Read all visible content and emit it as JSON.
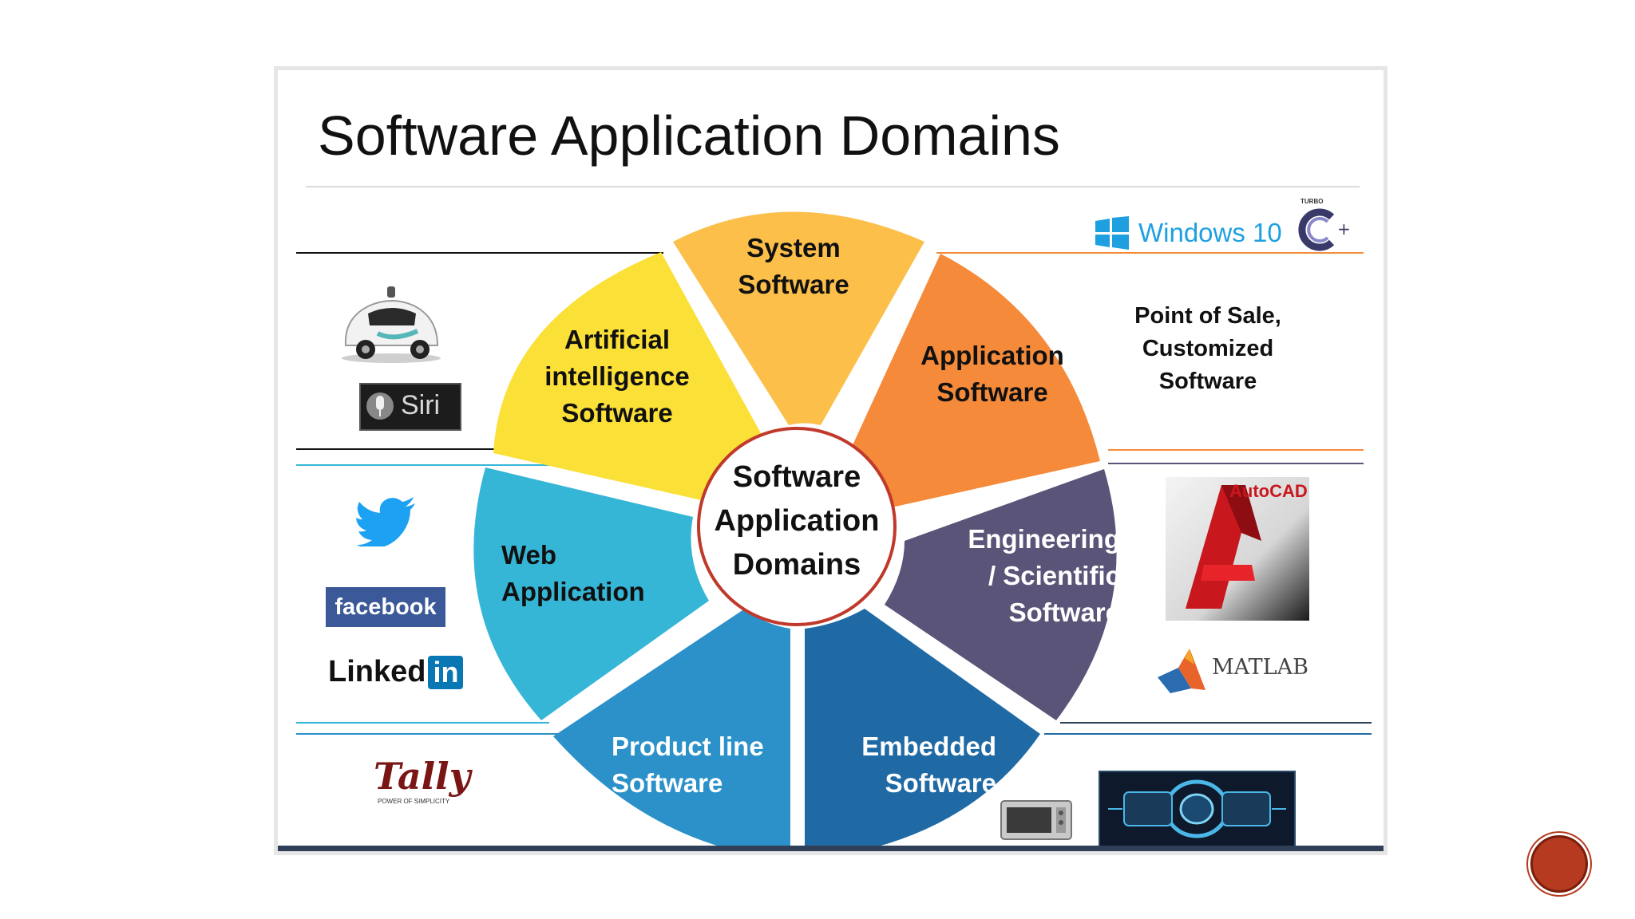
{
  "slide": {
    "title": "Software Application Domains"
  },
  "diagram": {
    "center_label": "Software\nApplication\nDomains",
    "segments": [
      {
        "id": "system",
        "label": "System\nSoftware",
        "color": "#fbbf4a"
      },
      {
        "id": "application",
        "label": "Application\nSoftware",
        "color": "#f58a3a"
      },
      {
        "id": "engineering",
        "label": "Engineering\n/ Scientific\nSoftware",
        "color": "#5a5478"
      },
      {
        "id": "embedded",
        "label": "Embedded\nSoftware",
        "color": "#1f6aa5"
      },
      {
        "id": "product-line",
        "label": "Product line\nSoftware",
        "color": "#2b91c8"
      },
      {
        "id": "web",
        "label": "Web\nApplication",
        "color": "#36b6d6"
      },
      {
        "id": "ai",
        "label": "Artificial\nintelligence\nSoftware",
        "color": "#fbe038"
      }
    ]
  },
  "side_text": {
    "pos": "Point of Sale,\nCustomized\nSoftware"
  },
  "logos": {
    "windows": "Windows 10",
    "turbo_c": "TURBO",
    "siri": "Siri",
    "facebook": "facebook",
    "linkedin_word": "Linked",
    "linkedin_in": "in",
    "autocad": "AutoCAD",
    "matlab": "MATLAB",
    "tally": "Tally",
    "tally_tagline": "POWER OF SIMPLICITY"
  },
  "colors": {
    "orange_rule": "#f58a3a",
    "navy_rule": "#2f3f57",
    "center_ring": "#c0392b"
  }
}
